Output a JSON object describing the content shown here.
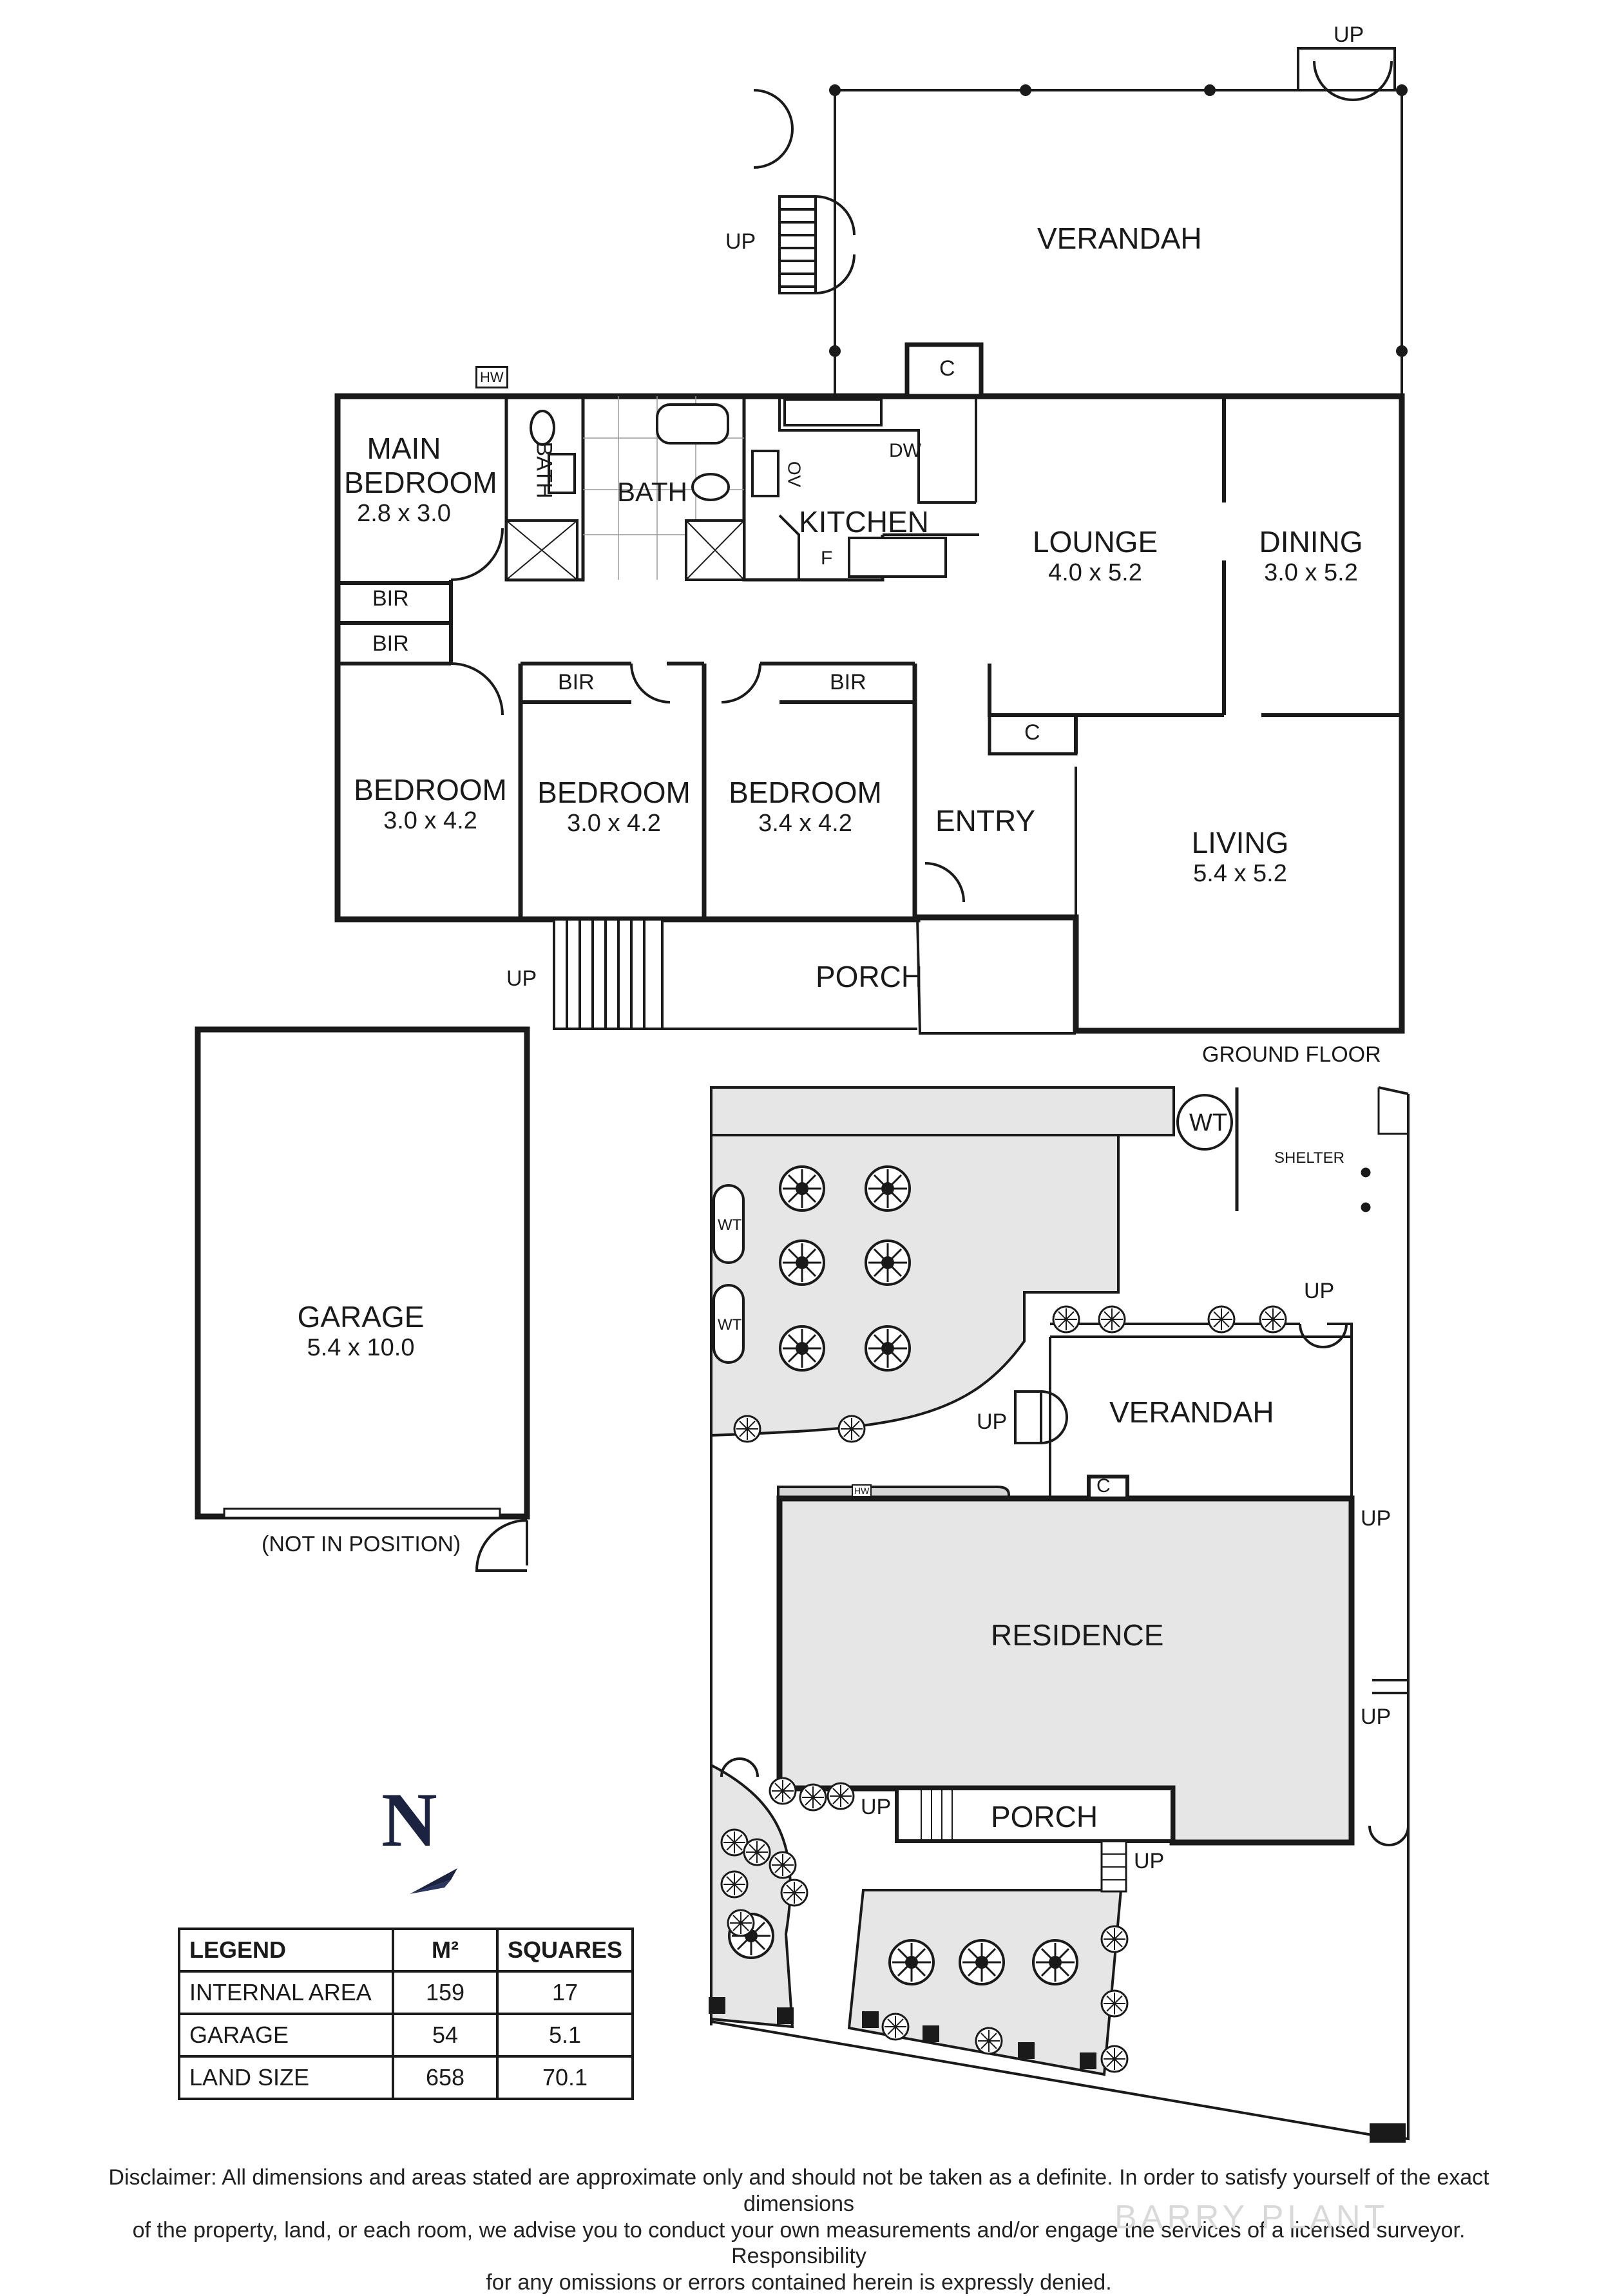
{
  "floor_label": "GROUND FLOOR",
  "rooms": {
    "verandah": "VERANDAH",
    "main_bedroom_1": "MAIN",
    "main_bedroom_2": "BEDROOM",
    "main_bedroom_dim": "2.8 x 3.0",
    "ensuite_bath": "BATH",
    "bath": "BATH",
    "kitchen": "KITCHEN",
    "lounge": "LOUNGE",
    "lounge_dim": "4.0 x 5.2",
    "dining": "DINING",
    "dining_dim": "3.0 x 5.2",
    "bedroom2": "BEDROOM",
    "bedroom2_dim": "3.0 x 4.2",
    "bedroom3": "BEDROOM",
    "bedroom3_dim": "3.0 x 4.2",
    "bedroom4": "BEDROOM",
    "bedroom4_dim": "3.4 x 4.2",
    "entry": "ENTRY",
    "living": "LIVING",
    "living_dim": "5.4 x 5.2",
    "porch": "PORCH",
    "garage": "GARAGE",
    "garage_dim": "5.4 x 10.0",
    "garage_note": "(NOT IN POSITION)"
  },
  "fixtures": {
    "bir": "BIR",
    "cupboard": "C",
    "hot_water": "HW",
    "dishwasher": "DW",
    "oven": "OV",
    "fridge": "F",
    "up": "UP"
  },
  "site": {
    "water_tank": "WT",
    "shelter": "SHELTER",
    "verandah": "VERANDAH",
    "residence": "RESIDENCE",
    "porch": "PORCH",
    "up": "UP",
    "hot_water": "HW",
    "cupboard": "C"
  },
  "north": "N",
  "legend": {
    "headers": [
      "LEGEND",
      "M²",
      "SQUARES"
    ],
    "rows": [
      {
        "label": "INTERNAL AREA",
        "m2": "159",
        "squares": "17"
      },
      {
        "label": "GARAGE",
        "m2": "54",
        "squares": "5.1"
      },
      {
        "label": "LAND SIZE",
        "m2": "658",
        "squares": "70.1"
      }
    ]
  },
  "disclaimer": [
    "Disclaimer: All dimensions and areas stated are approximate only and should not be taken as a definite. In order to satisfy yourself of the exact dimensions",
    "of the property, land, or each room, we advise you to conduct your own measurements and/or engage the services of a licensed surveyor. Responsibility",
    "for any omissions or errors contained herein is expressly denied."
  ],
  "watermark": "BARRY PLANT",
  "colors": {
    "line": "#1a1a1a",
    "fill": "#e6e6e6",
    "north": "#1b2340"
  }
}
